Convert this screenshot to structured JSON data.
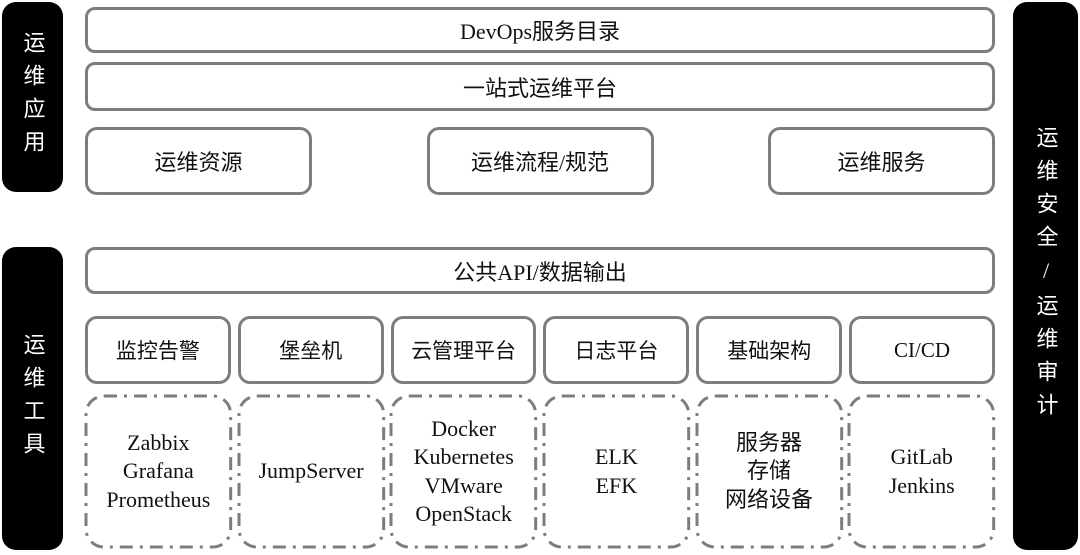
{
  "palette": {
    "bar_background": "#000000",
    "bar_text": "#ffffff",
    "border_gray": "#7d7d7d",
    "text": "#111111",
    "background": "#ffffff"
  },
  "side_labels": {
    "left_top": "运维应用",
    "left_bottom": "运维工具",
    "right": "运维安全/运维审计"
  },
  "app_section": {
    "service_catalog": "DevOps服务目录",
    "one_stop_platform": "一站式运维平台",
    "sub_boxes": [
      "运维资源",
      "运维流程/规范",
      "运维服务"
    ]
  },
  "tools_section": {
    "api_row": "公共API/数据输出",
    "categories": [
      "监控告警",
      "堡垒机",
      "云管理平台",
      "日志平台",
      "基础架构",
      "CI/CD"
    ],
    "tools": [
      "Zabbix\nGrafana\nPrometheus",
      "JumpServer",
      "Docker\nKubernetes\nVMware\nOpenStack",
      "ELK\nEFK",
      "服务器\n存储\n网络设备",
      "GitLab\nJenkins"
    ]
  }
}
